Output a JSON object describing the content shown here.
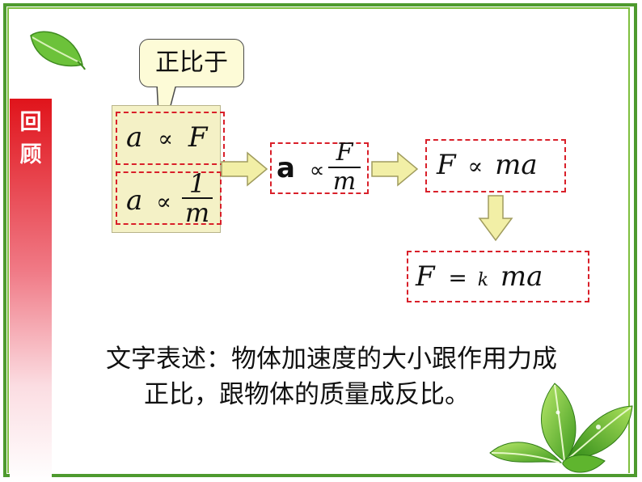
{
  "side_label": [
    "回",
    "顾"
  ],
  "callout": {
    "text": "正比于"
  },
  "formulas": {
    "f1": {
      "lhs": "a",
      "rel": "∝",
      "rhs": "F"
    },
    "f2": {
      "lhs": "a",
      "rel": "∝",
      "num": "1",
      "den": "m"
    },
    "f3": {
      "lhs": "a",
      "rel": "∝",
      "num": "F",
      "den": "m"
    },
    "f4": {
      "lhs": "F",
      "rel": "∝",
      "rhs": "ma"
    },
    "f5": {
      "lhs": "F",
      "rel": "=",
      "k": "k",
      "rhs": "ma"
    }
  },
  "statement": {
    "line1": "文字表述：物体加速度的大小跟作用力成",
    "line2": "正比，跟物体的质量成反比。"
  },
  "colors": {
    "frame": "#4e9a2e",
    "accent_red": "#d9202a",
    "arrow_fill": "#f2efa6",
    "formula_bg": "#f4f1c6"
  },
  "icons": [
    "leaf-icon",
    "leaf-cluster-icon"
  ]
}
